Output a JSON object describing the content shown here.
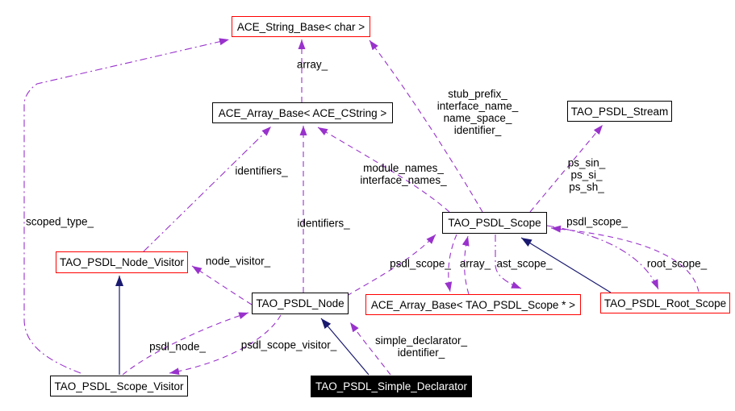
{
  "diagram": {
    "kind": "class collaboration graph",
    "colors": {
      "usage_edge": "#9932CC",
      "inheritance_edge": "#191970",
      "box_border_default": "#000000",
      "box_border_highlight": "#ff0000",
      "current_class_bg": "#000000",
      "current_class_text": "#ffffff",
      "background": "#ffffff"
    },
    "nodes": [
      {
        "id": "ace-string-base",
        "label": "ACE_String_Base< char >"
      },
      {
        "id": "ace-array-cstring",
        "label": "ACE_Array_Base< ACE_CString >"
      },
      {
        "id": "tao-psdl-stream",
        "label": "TAO_PSDL_Stream"
      },
      {
        "id": "tao-psdl-scope",
        "label": "TAO_PSDL_Scope"
      },
      {
        "id": "tao-psdl-node-visitor",
        "label": "TAO_PSDL_Node_Visitor"
      },
      {
        "id": "tao-psdl-node",
        "label": "TAO_PSDL_Node"
      },
      {
        "id": "ace-array-scope",
        "label": "ACE_Array_Base< TAO_PSDL_Scope * >"
      },
      {
        "id": "tao-psdl-root-scope",
        "label": "TAO_PSDL_Root_Scope"
      },
      {
        "id": "tao-psdl-scope-visitor",
        "label": "TAO_PSDL_Scope_Visitor"
      },
      {
        "id": "tao-psdl-simple-declarator",
        "label": "TAO_PSDL_Simple_Declarator"
      }
    ],
    "edge_labels": [
      {
        "id": "array-top",
        "text": "array_"
      },
      {
        "id": "stub-block",
        "text": "stub_prefix_\ninterface_name_\nname_space_\nidentifier_"
      },
      {
        "id": "module-block",
        "text": "module_names_\ninterface_names_"
      },
      {
        "id": "ps-block",
        "text": "ps_sin_\nps_si_\nps_sh_"
      },
      {
        "id": "identifiers-upper",
        "text": "identifiers_"
      },
      {
        "id": "identifiers-lower",
        "text": "identifiers_"
      },
      {
        "id": "scoped-type",
        "text": "scoped_type_"
      },
      {
        "id": "node-visitor",
        "text": "node_visitor_"
      },
      {
        "id": "psdl-scope-right",
        "text": "psdl_scope_"
      },
      {
        "id": "psdl-scope-mid",
        "text": "psdl_scope_"
      },
      {
        "id": "array-mid",
        "text": "array_"
      },
      {
        "id": "ast-scope",
        "text": "ast_scope_"
      },
      {
        "id": "root-scope",
        "text": "root_scope_"
      },
      {
        "id": "psdl-node",
        "text": "psdl_node_"
      },
      {
        "id": "psdl-scope-visitor",
        "text": "psdl_scope_visitor_"
      },
      {
        "id": "simple-decl-block",
        "text": "simple_declarator_\nidentifier_"
      }
    ],
    "edges": [
      {
        "from": "tao-psdl-scope-visitor",
        "to": "ace-string-base",
        "label": "scoped_type_",
        "kind": "usage"
      },
      {
        "from": "ace-array-cstring",
        "to": "ace-string-base",
        "label": "array_",
        "kind": "usage"
      },
      {
        "from": "tao-psdl-scope",
        "to": "ace-string-base",
        "label": "stub_prefix_ interface_name_ name_space_ identifier_",
        "kind": "usage"
      },
      {
        "from": "tao-psdl-node-visitor",
        "to": "ace-array-cstring",
        "label": "identifiers_",
        "kind": "usage"
      },
      {
        "from": "tao-psdl-node",
        "to": "ace-array-cstring",
        "label": "identifiers_",
        "kind": "usage"
      },
      {
        "from": "tao-psdl-scope",
        "to": "ace-array-cstring",
        "label": "module_names_ interface_names_",
        "kind": "usage"
      },
      {
        "from": "tao-psdl-scope",
        "to": "tao-psdl-stream",
        "label": "ps_sin_ ps_si_ ps_sh_",
        "kind": "usage"
      },
      {
        "from": "tao-psdl-root-scope",
        "to": "tao-psdl-scope",
        "label": "psdl_scope_",
        "kind": "usage"
      },
      {
        "from": "tao-psdl-scope",
        "to": "tao-psdl-root-scope",
        "label": "root_scope_",
        "kind": "usage"
      },
      {
        "from": "ace-array-scope",
        "to": "tao-psdl-scope",
        "label": "array_",
        "kind": "usage"
      },
      {
        "from": "tao-psdl-scope",
        "to": "ace-array-scope",
        "label": "ast_scope_",
        "kind": "usage"
      },
      {
        "from": "tao-psdl-node",
        "to": "tao-psdl-scope",
        "label": "psdl_scope_",
        "kind": "usage"
      },
      {
        "from": "tao-psdl-node",
        "to": "tao-psdl-node-visitor",
        "label": "node_visitor_",
        "kind": "usage"
      },
      {
        "from": "tao-psdl-scope-visitor",
        "to": "tao-psdl-node",
        "label": "psdl_node_",
        "kind": "usage"
      },
      {
        "from": "tao-psdl-node",
        "to": "tao-psdl-scope-visitor",
        "label": "psdl_scope_visitor_",
        "kind": "usage"
      },
      {
        "from": "tao-psdl-simple-declarator",
        "to": "tao-psdl-node",
        "label": "simple_declarator_ identifier_",
        "kind": "usage"
      },
      {
        "from": "tao-psdl-scope-visitor",
        "to": "tao-psdl-node-visitor",
        "kind": "inheritance"
      },
      {
        "from": "tao-psdl-simple-declarator",
        "to": "tao-psdl-node",
        "kind": "inheritance"
      },
      {
        "from": "tao-psdl-root-scope",
        "to": "tao-psdl-scope",
        "kind": "inheritance"
      }
    ]
  }
}
